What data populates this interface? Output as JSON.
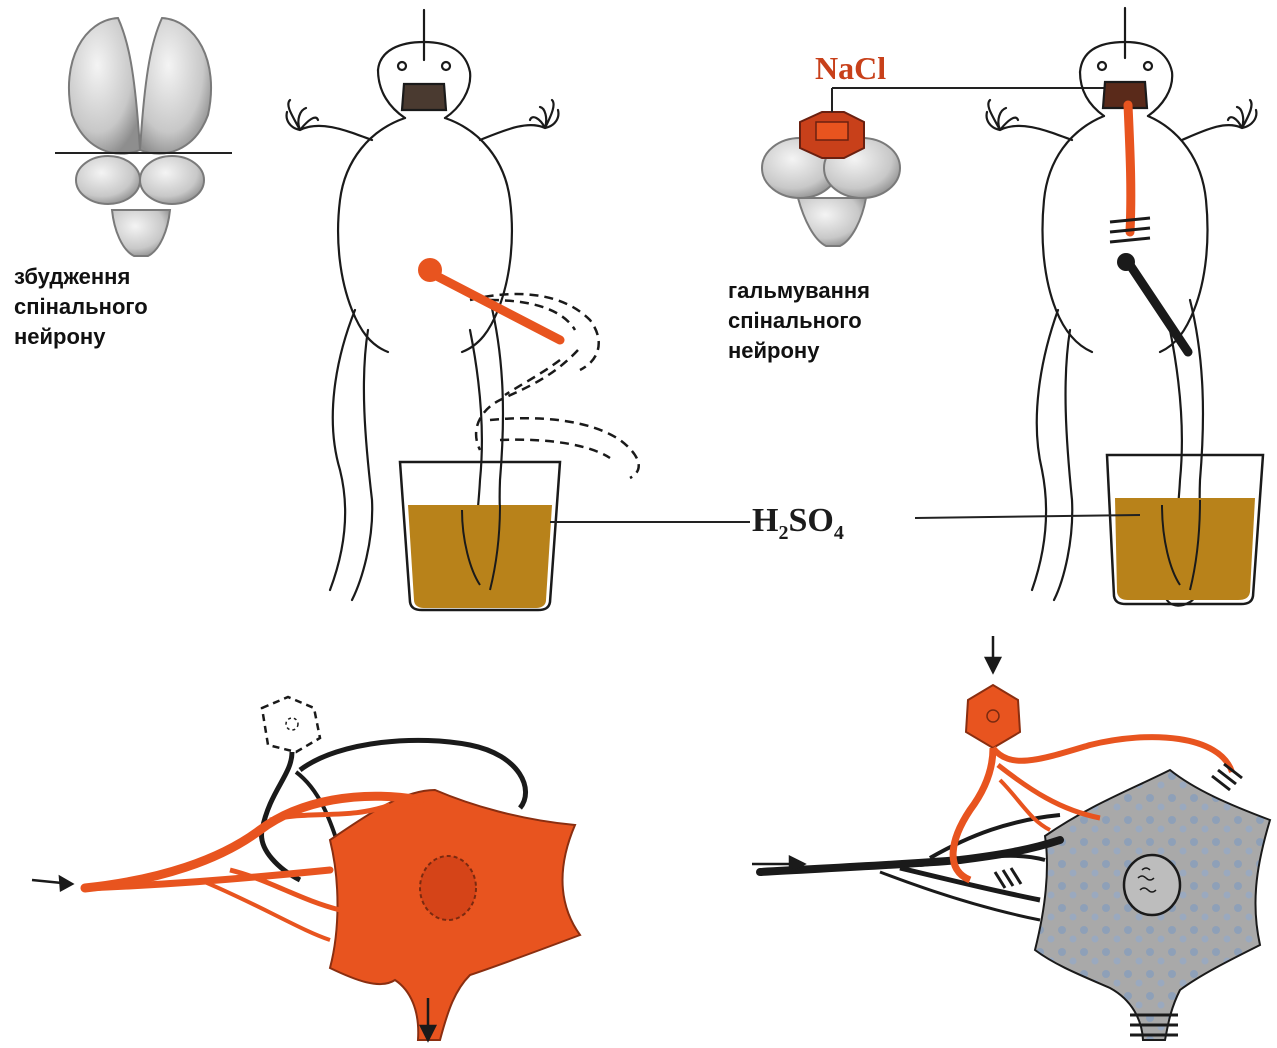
{
  "colors": {
    "excite": "#e8541f",
    "outline": "#1a1a1a",
    "acid": "#b8821a",
    "brain_grey": "#cfcfcf",
    "inhibit_cell": "#a9a9a9",
    "text_red": "#c8401a"
  },
  "labels": {
    "excitation": [
      "збудження",
      "спінального",
      "нейрону"
    ],
    "inhibition": [
      "гальмування",
      "спінального",
      "нейрону"
    ],
    "nacl": "NaCl",
    "h2so4": {
      "h": "H",
      "h_sub": "2",
      "s": "SO",
      "s_sub": "4"
    }
  },
  "panels": {
    "top_left": [
      "brain-dorsal-view",
      "spinal-frog-excitation"
    ],
    "top_right": [
      "brain-with-nacl-crystal",
      "frog-inhibition"
    ],
    "bottom_left": "excitatory-synapse-neuron",
    "bottom_right": "inhibitory-synapse-neuron"
  }
}
